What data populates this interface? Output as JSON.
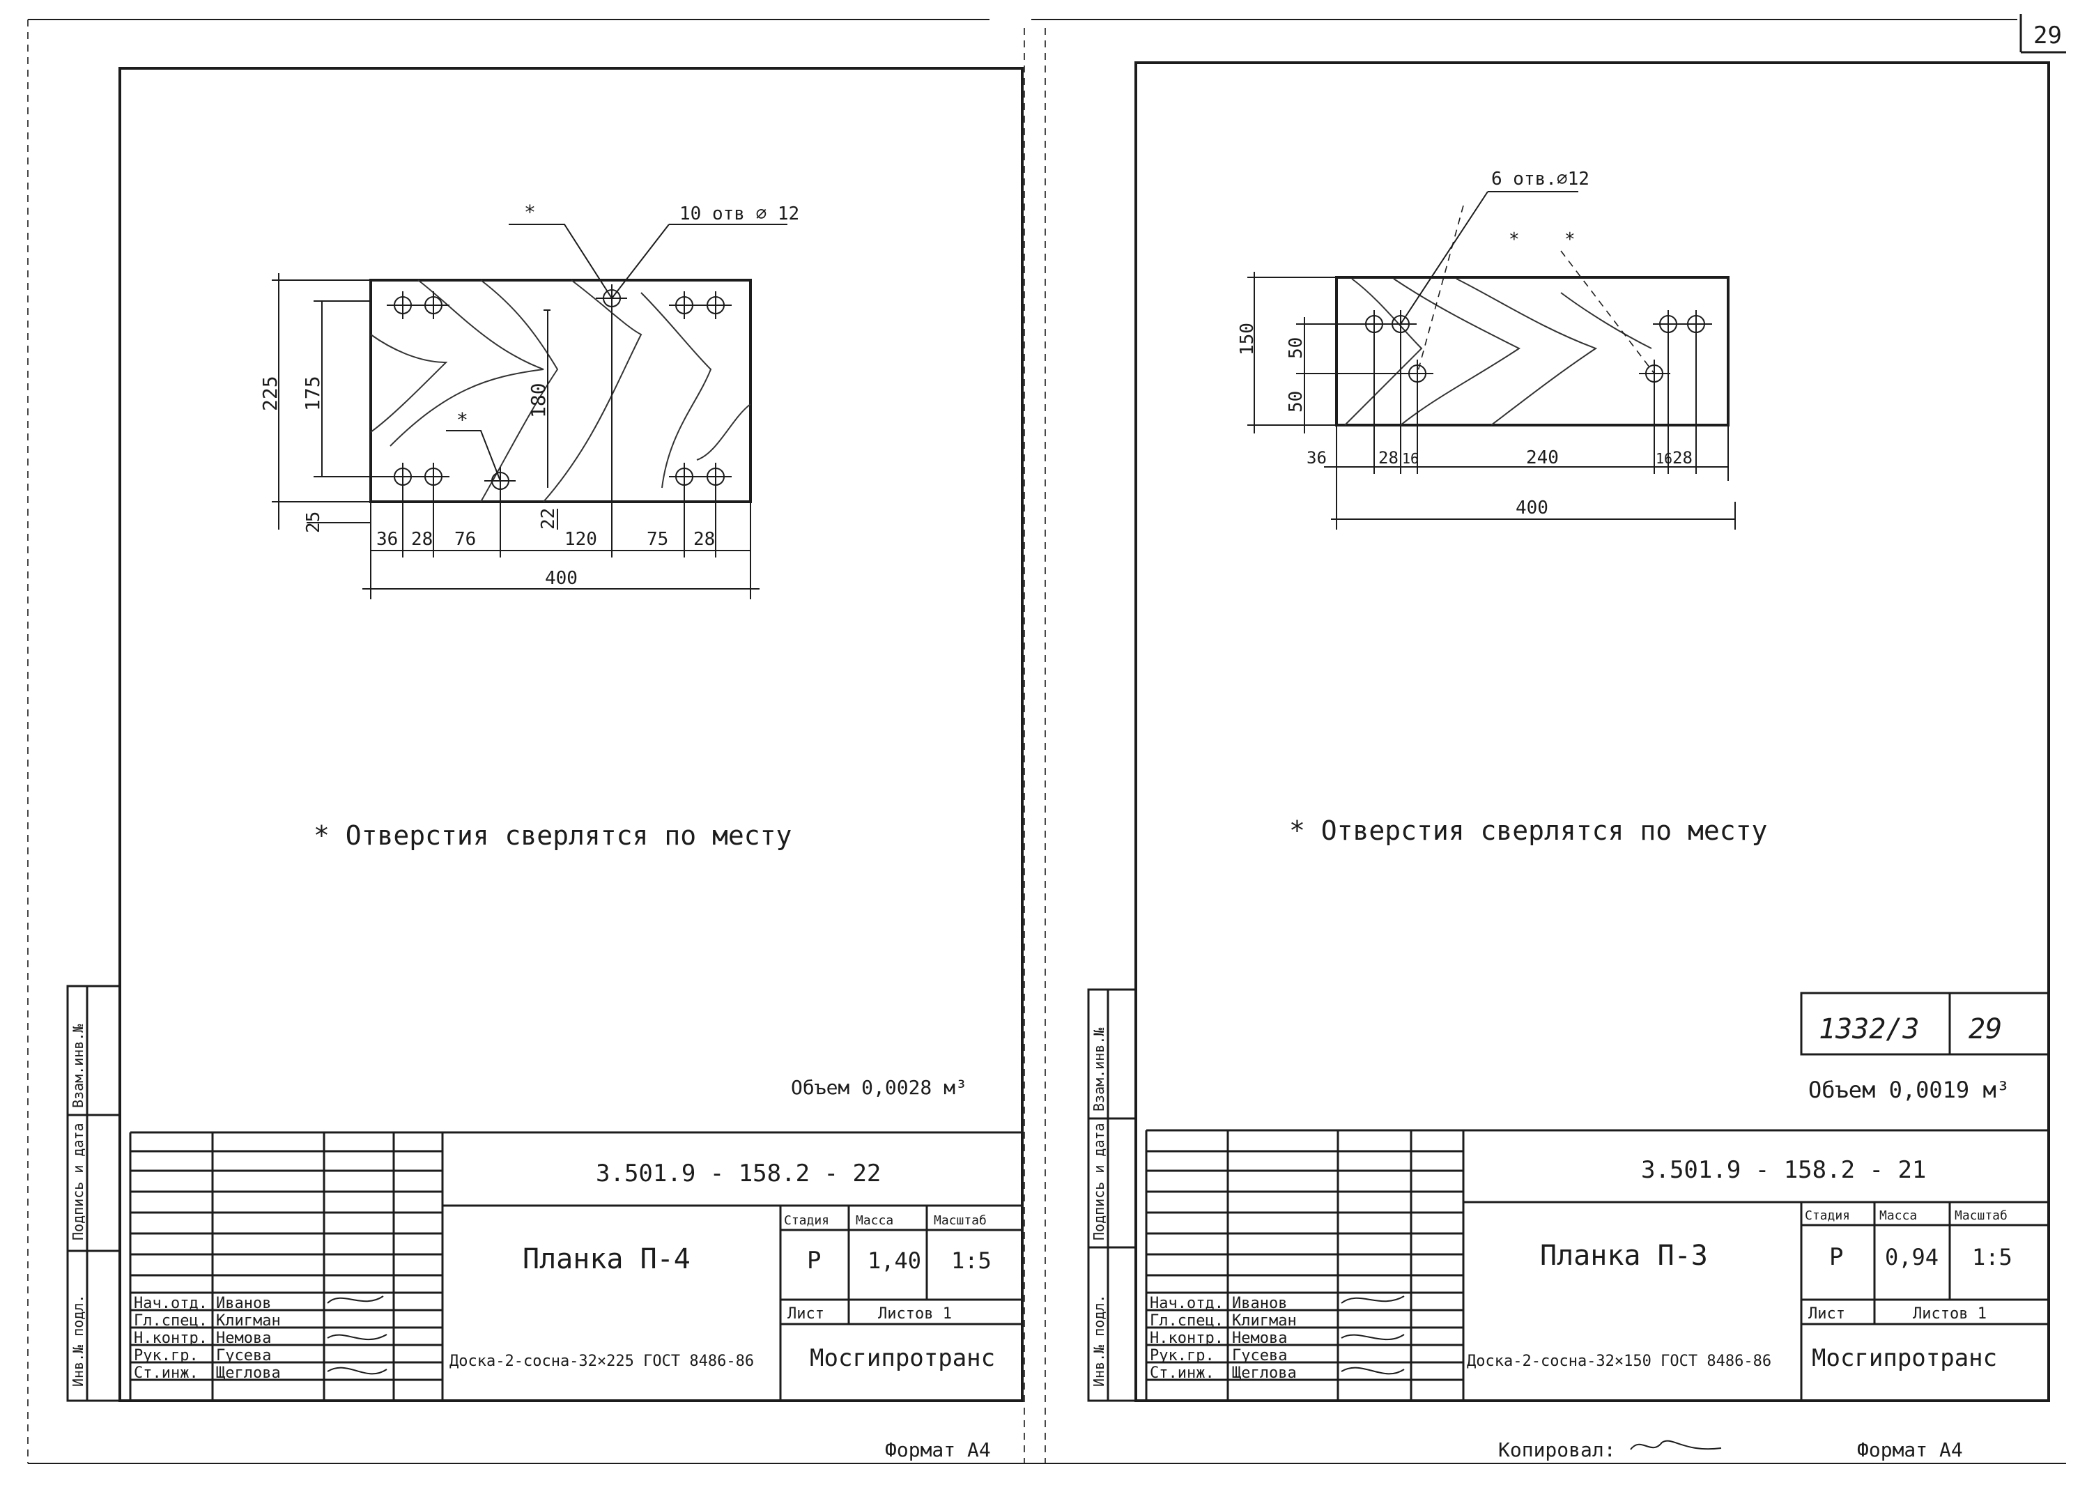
{
  "page_number": "29",
  "left_sheet": {
    "drawing": {
      "holes_callout": "10 отв ⌀ 12",
      "star": "*",
      "dims": {
        "h225": "225",
        "h175": "175",
        "h180": "180",
        "h25": "25",
        "h22": "22",
        "w36": "36",
        "w28a": "28",
        "w76": "76",
        "w120": "120",
        "w75": "75",
        "w28b": "28",
        "total": "400"
      }
    },
    "note": "* Отверстия сверлятся по месту",
    "volume": "Объем 0,0028 м³",
    "doc_code": "3.501.9 - 158.2 - 22",
    "title": "Планка П-4",
    "material": "Доска-2-сосна-32×225 ГОСТ 8486-86",
    "org": "Мосгипротранс",
    "stage_hdr": "Стадия",
    "mass_hdr": "Масса",
    "scale_hdr": "Масштаб",
    "stage": "Р",
    "mass": "1,40",
    "scale": "1:5",
    "sheet_lbl": "Лист",
    "sheets_lbl": "Листов 1",
    "people": [
      {
        "role": "Нач.отд.",
        "name": "Иванов"
      },
      {
        "role": "Гл.спец.",
        "name": "Клигман"
      },
      {
        "role": "Н.контр.",
        "name": "Немова"
      },
      {
        "role": "Рук.гр.",
        "name": "Гусева"
      },
      {
        "role": "Ст.инж.",
        "name": "Щеглова"
      }
    ],
    "side_labels": [
      "Инв.№ подл.",
      "Подпись и дата",
      "Взам.инв.№"
    ],
    "format": "Формат А4"
  },
  "right_sheet": {
    "drawing": {
      "holes_callout": "6 отв.⌀12",
      "star": "*",
      "dims": {
        "h150": "150",
        "h50a": "50",
        "h50b": "50",
        "w36": "36",
        "w28a": "28",
        "w16a": "16",
        "w240": "240",
        "w16b": "16",
        "w28b": "28",
        "total": "400"
      }
    },
    "note": "* Отверстия сверлятся по месту",
    "stamp_number": "1332/3",
    "stamp_sheet": "29",
    "volume": "Объем 0,0019 м³",
    "doc_code": "3.501.9 - 158.2 - 21",
    "title": "Планка П-3",
    "material": "Доска-2-сосна-32×150 ГОСТ 8486-86",
    "org": "Мосгипротранс",
    "stage_hdr": "Стадия",
    "mass_hdr": "Масса",
    "scale_hdr": "Масштаб",
    "stage": "Р",
    "mass": "0,94",
    "scale": "1:5",
    "sheet_lbl": "Лист",
    "sheets_lbl": "Листов 1",
    "people": [
      {
        "role": "Нач.отд.",
        "name": "Иванов"
      },
      {
        "role": "Гл.спец.",
        "name": "Клигман"
      },
      {
        "role": "Н.контр.",
        "name": "Немова"
      },
      {
        "role": "Рук.гр.",
        "name": "Гусева"
      },
      {
        "role": "Ст.инж.",
        "name": "Щеглова"
      }
    ],
    "side_labels": [
      "Инв.№ подл.",
      "Подпись и дата",
      "Взам.инв.№"
    ],
    "copied": "Копировал:",
    "format": "Формат А4"
  }
}
